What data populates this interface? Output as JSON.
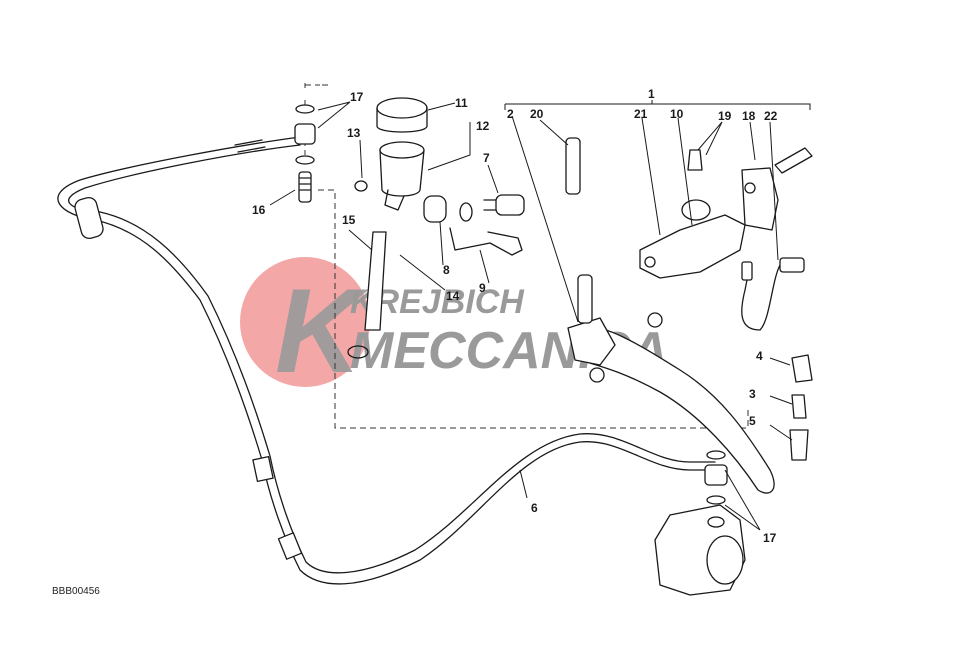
{
  "watermark": {
    "line1": "KREJBICH",
    "line2": "MECCANICA",
    "logo_letter": "K",
    "circle_color": "#f08a8a",
    "text_color": "#9a9a9a"
  },
  "drawing_code": "BBB00456",
  "callouts": [
    "1",
    "2",
    "20",
    "21",
    "10",
    "19",
    "18",
    "22",
    "11",
    "12",
    "17",
    "13",
    "7",
    "16",
    "15",
    "8",
    "14",
    "9",
    "4",
    "3",
    "5",
    "6",
    "17"
  ]
}
